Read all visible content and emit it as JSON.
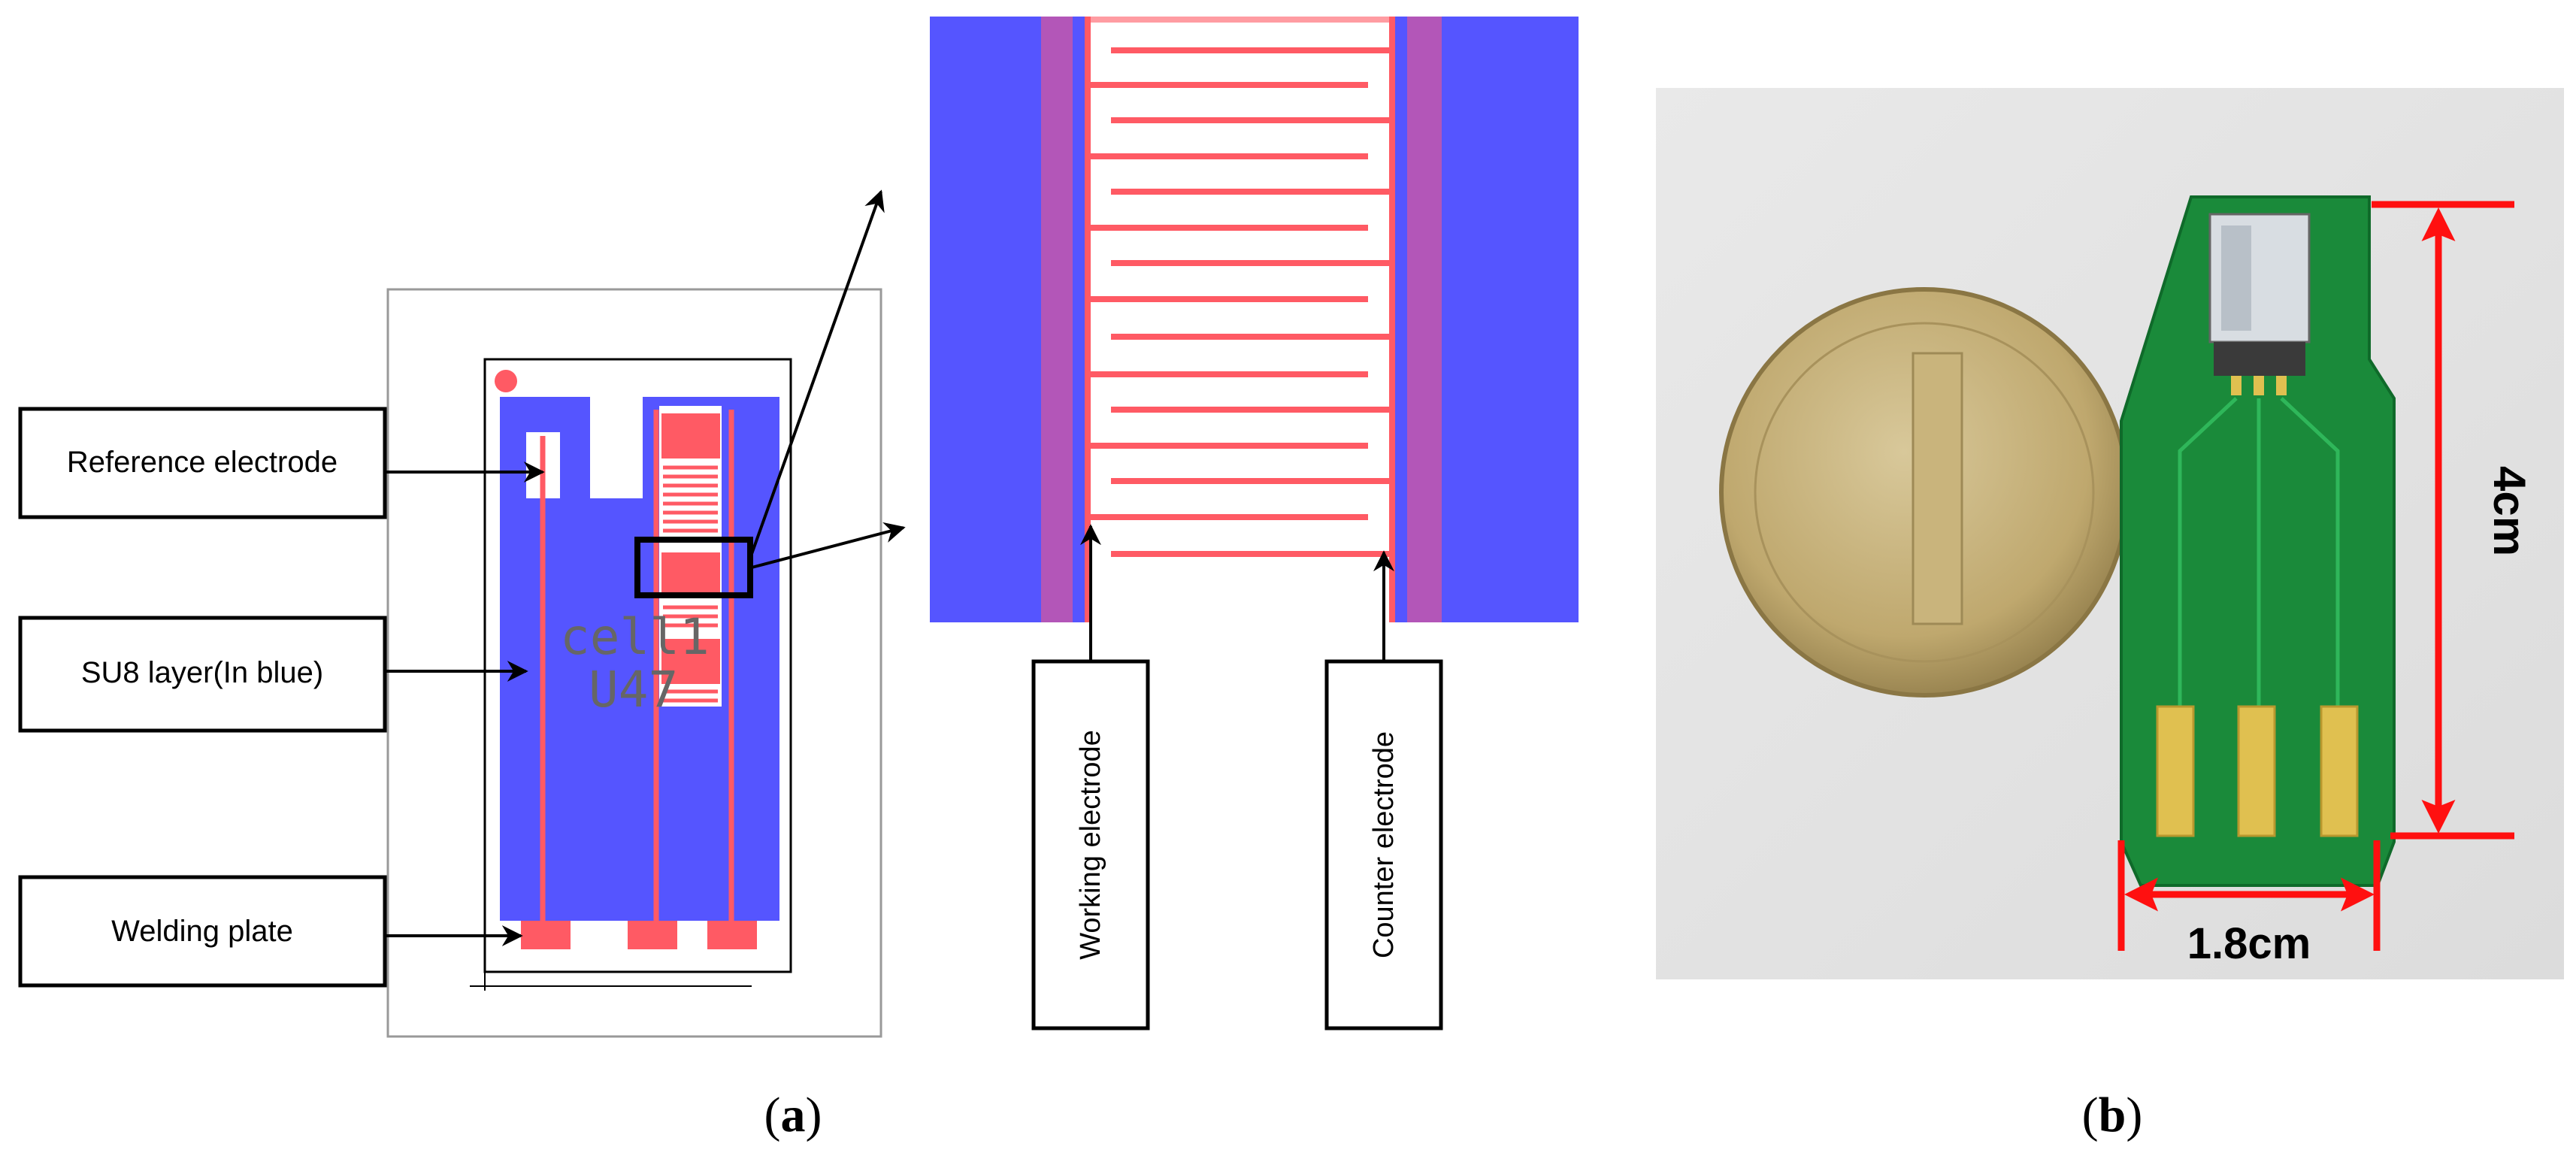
{
  "figure": {
    "panel_a_caption_open": "(",
    "panel_a_letter": "a",
    "panel_a_caption_close": ")",
    "panel_b_caption_open": "(",
    "panel_b_letter": "b",
    "panel_b_caption_close": ")"
  },
  "panel_a": {
    "labels": {
      "reference": "Reference electrode",
      "su8": "SU8 layer(In blue)",
      "welding": "Welding plate",
      "working": "Working electrode",
      "counter": "Counter electrode"
    },
    "chip_text_line1": "cell1",
    "chip_text_line2": "U47"
  },
  "panel_b": {
    "length_label": "4cm",
    "width_label": "1.8cm"
  },
  "colors": {
    "su8_blue": "#5555ff",
    "electrode_red": "#ff5a64",
    "edge_magenta": "#b356b8",
    "pcb_green": "#1a8a3a",
    "gold_pad": "#e0c050",
    "dimension_red": "#ff1010"
  }
}
